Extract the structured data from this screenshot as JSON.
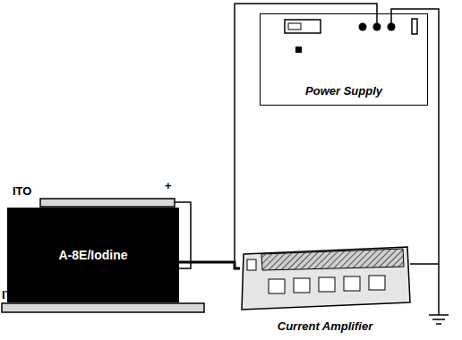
{
  "diagram": {
    "nodes": [
      {
        "text": [
          "Power Supply"
        ]
      },
      {
        "text": [
          "A-8E/Iodine"
        ]
      },
      {
        "text": [
          "Current Amplifier"
        ]
      }
    ],
    "edges": [
      {
        "from": 0,
        "to": 1,
        "arrow": "none"
      },
      {
        "from": 1,
        "to": 2,
        "arrow": "none"
      },
      {
        "from": 0,
        "to": 2,
        "arrow": "none"
      }
    ],
    "labels": [
      "ITO",
      "ITO",
      "+"
    ]
  }
}
